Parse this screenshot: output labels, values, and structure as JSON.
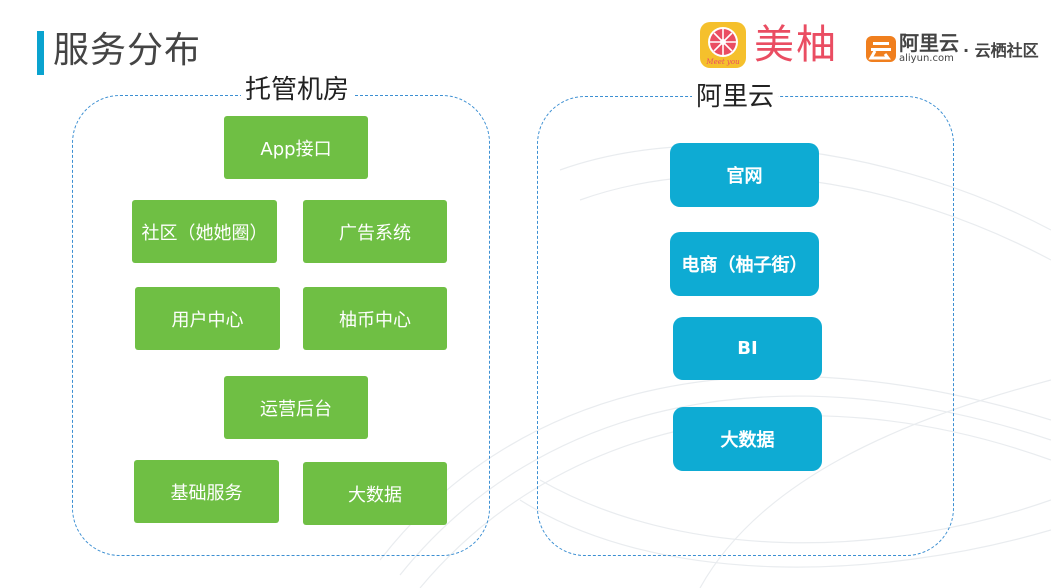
{
  "page": {
    "title": "服务分布"
  },
  "logos": {
    "meiyou": {
      "icon": "grapefruit-logo-icon",
      "mark_text": "Meet you",
      "name": "美柚",
      "color": "#ea4d62"
    },
    "aliyun": {
      "icon": "aliyun-logo-icon",
      "name": "阿里云",
      "domain": "aliyun.com",
      "suffix": "· 云栖社区",
      "color": "#f07f1e"
    }
  },
  "groups": [
    {
      "label": "托管机房",
      "color": "#6fbf44",
      "items": [
        "App接口",
        "社区（她她圈）",
        "广告系统",
        "用户中心",
        "柚币中心",
        "运营后台",
        "基础服务",
        "大数据"
      ]
    },
    {
      "label": "阿里云",
      "color": "#0eabd3",
      "items": [
        "官网",
        "电商（柚子街）",
        "BI",
        "大数据"
      ]
    }
  ]
}
